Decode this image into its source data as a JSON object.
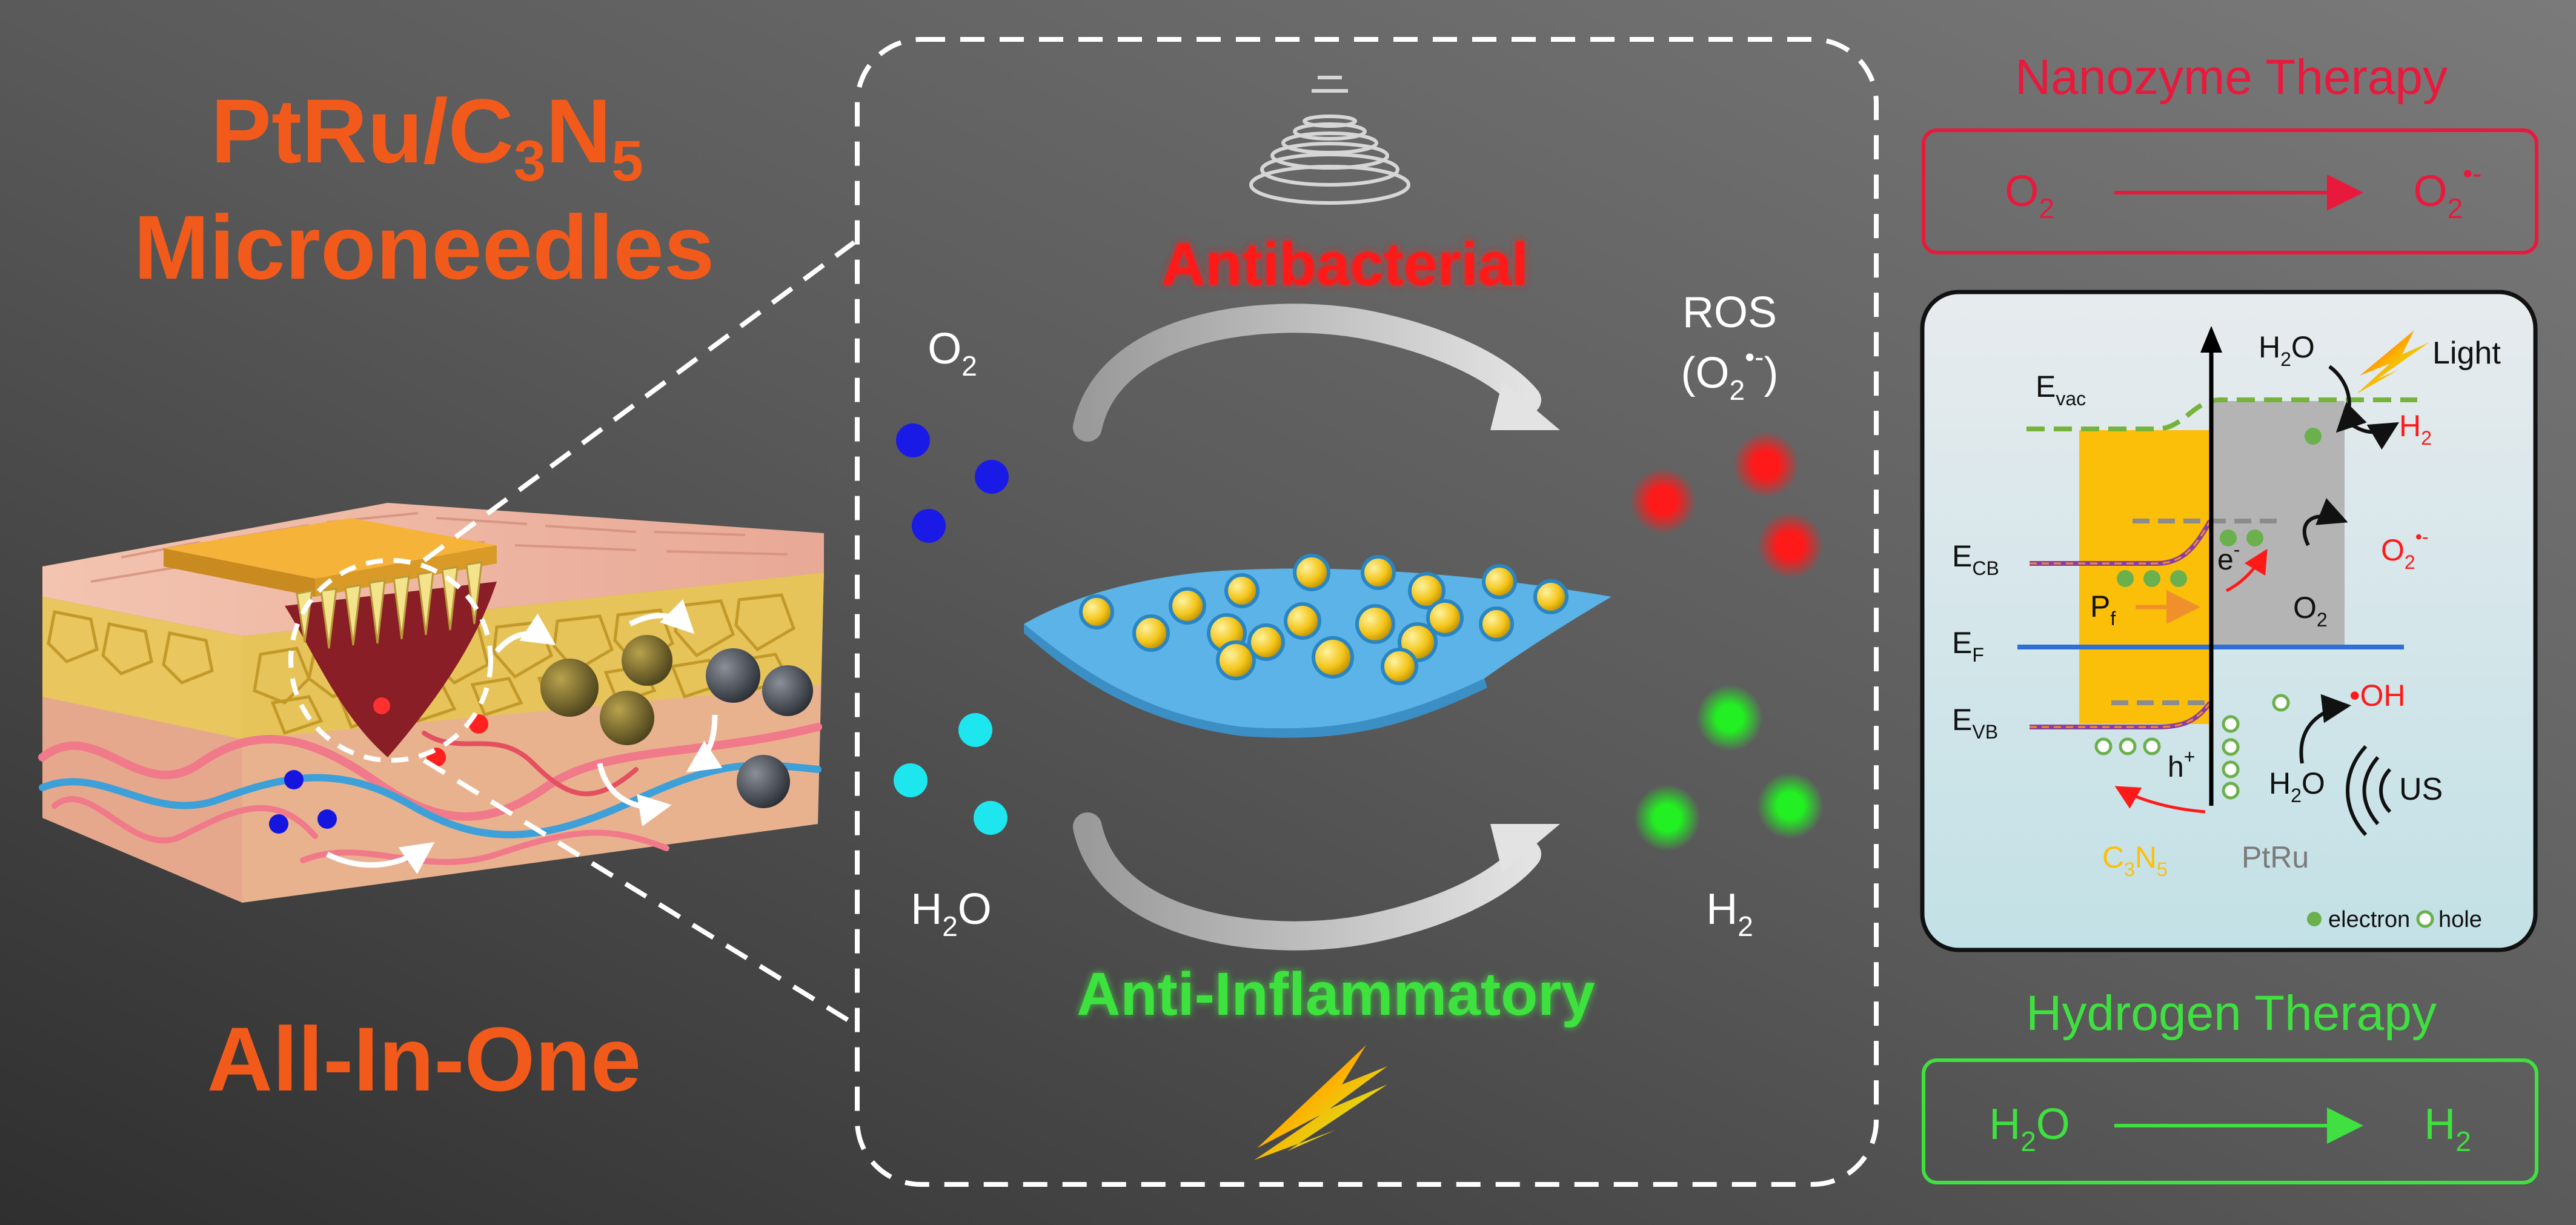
{
  "left": {
    "title_line1": "PtRu/C",
    "title_sub1": "3",
    "title_mid": "N",
    "title_sub2": "5",
    "title_line2": "Microneedles",
    "bottom_title": "All-In-One"
  },
  "center": {
    "antibacterial": "Antibacterial",
    "anti_inflammatory": "Anti-Inflammatory",
    "o2_label": "O",
    "o2_sub": "2",
    "ros_label": "ROS",
    "ros_formula_open": "(O",
    "ros_formula_sub": "2",
    "ros_formula_sup": "•-",
    "ros_formula_close": ")",
    "h2o_label_h": "H",
    "h2o_label_sub": "2",
    "h2o_label_o": "O",
    "h2_label_h": "H",
    "h2_label_sub": "2"
  },
  "nanozyme": {
    "title": "Nanozyme Therapy",
    "left_o": "O",
    "left_sub": "2",
    "right_o": "O",
    "right_sub": "2",
    "right_sup": "•-"
  },
  "hydrogen": {
    "title": "Hydrogen Therapy",
    "left_h": "H",
    "left_sub": "2",
    "left_o": "O",
    "right_h": "H",
    "right_sub": "2"
  },
  "band": {
    "evac_e": "E",
    "evac_sub": "vac",
    "ecb_e": "E",
    "ecb_sub": "CB",
    "ef_e": "E",
    "ef_sub": "F",
    "evb_e": "E",
    "evb_sub": "VB",
    "h2o_top_h": "H",
    "h2o_top_sub": "2",
    "h2o_top_o": "O",
    "light": "Light",
    "h2_h": "H",
    "h2_sub": "2",
    "eminus_e": "e",
    "eminus_sup": "-",
    "o2rad_o": "O",
    "o2rad_sub": "2",
    "o2rad_sup": "•-",
    "pf_p": "P",
    "pf_sub": "f",
    "o2_o": "O",
    "o2_sub": "2",
    "oh": "•OH",
    "hplus_h": "h",
    "hplus_sup": "+",
    "h2o_bot_h": "H",
    "h2o_bot_sub": "2",
    "h2o_bot_o": "O",
    "us": "US",
    "c3n5_c": "C",
    "c3n5_sub1": "3",
    "c3n5_n": "N",
    "c3n5_sub2": "5",
    "ptru": "PtRu",
    "legend_electron": "electron",
    "legend_hole": "hole"
  },
  "colors": {
    "orange_title": "#f25a1c",
    "red": "#ff1a1a",
    "green": "#3ee23e",
    "nanozyme_red": "#e8193c",
    "hydrogen_green": "#3fe03f",
    "c3n5_yellow": "#fbbf0a",
    "ptru_gray": "#b4b4b4",
    "fermi_blue": "#2f6fd6",
    "evac_green": "#76b33a"
  }
}
